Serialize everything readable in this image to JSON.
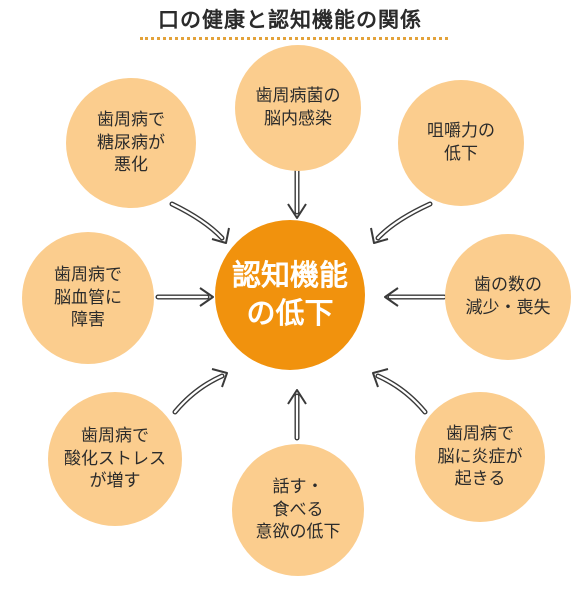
{
  "title": "口の健康と認知機能の関係",
  "center": {
    "lines": [
      "認知機能",
      "の低下"
    ]
  },
  "causes": [
    {
      "id": "top",
      "lines": [
        "歯周病菌の",
        "脳内感染"
      ]
    },
    {
      "id": "top-right",
      "lines": [
        "咀嚼力の",
        "低下"
      ]
    },
    {
      "id": "right",
      "lines": [
        "歯の数の",
        "減少・喪失"
      ]
    },
    {
      "id": "bottom-right",
      "lines": [
        "歯周病で",
        "脳に炎症が",
        "起きる"
      ]
    },
    {
      "id": "bottom",
      "lines": [
        "話す・",
        "食べる",
        "意欲の低下"
      ]
    },
    {
      "id": "bottom-left",
      "lines": [
        "歯周病で",
        "酸化ストレス",
        "が増す"
      ]
    },
    {
      "id": "left",
      "lines": [
        "歯周病で",
        "脳血管に",
        "障害"
      ]
    },
    {
      "id": "top-left",
      "lines": [
        "歯周病で",
        "糖尿病が",
        "悪化"
      ]
    }
  ],
  "colors": {
    "circle": "#fbcd8e",
    "center": "#f1920d",
    "rule": "#e3a23a",
    "arrow": "#3a3a3a"
  }
}
